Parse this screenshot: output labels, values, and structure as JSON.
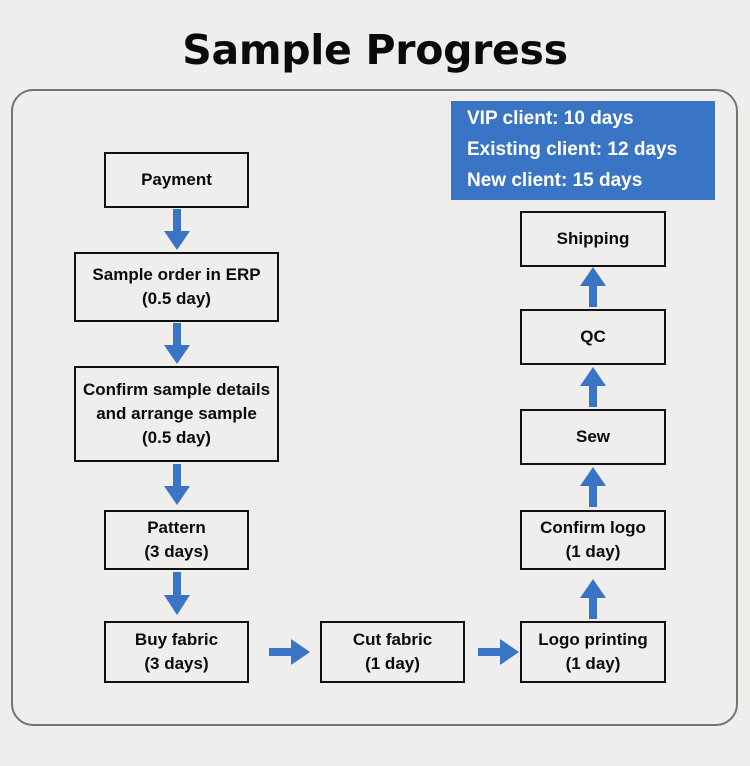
{
  "page": {
    "title": "Sample Progress",
    "background_color": "#efeeec",
    "accent_color": "#3a74c4",
    "border_color": "#111111",
    "panel_border_color": "#76746f"
  },
  "info_box": {
    "name": "lead-time-legend",
    "background_color": "#3a74c4",
    "text_color": "#ffffff",
    "lines": [
      "VIP client: 10 days",
      "Existing client: 12 days",
      "New client: 15 days"
    ]
  },
  "flow": {
    "nodes": [
      {
        "id": "payment",
        "lines": [
          "Payment"
        ]
      },
      {
        "id": "sample-order",
        "lines": [
          "Sample order in ERP",
          "(0.5 day)"
        ]
      },
      {
        "id": "confirm-sample",
        "lines": [
          "Confirm sample details",
          "and arrange sample",
          "(0.5 day)"
        ]
      },
      {
        "id": "pattern",
        "lines": [
          "Pattern",
          "(3 days)"
        ]
      },
      {
        "id": "buy-fabric",
        "lines": [
          "Buy fabric",
          "(3 days)"
        ]
      },
      {
        "id": "cut-fabric",
        "lines": [
          "Cut fabric",
          "(1 day)"
        ]
      },
      {
        "id": "logo-printing",
        "lines": [
          "Logo printing",
          "(1 day)"
        ]
      },
      {
        "id": "confirm-logo",
        "lines": [
          "Confirm logo",
          "(1 day)"
        ]
      },
      {
        "id": "sew",
        "lines": [
          "Sew"
        ]
      },
      {
        "id": "qc",
        "lines": [
          "QC"
        ]
      },
      {
        "id": "shipping",
        "lines": [
          "Shipping"
        ]
      }
    ],
    "connectors": [
      {
        "id": "payment-to-sample-order",
        "direction": "down"
      },
      {
        "id": "sample-order-to-confirm-sample",
        "direction": "down"
      },
      {
        "id": "confirm-sample-to-pattern",
        "direction": "down"
      },
      {
        "id": "pattern-to-buy-fabric",
        "direction": "down"
      },
      {
        "id": "buy-fabric-to-cut-fabric",
        "direction": "right"
      },
      {
        "id": "cut-fabric-to-logo-printing",
        "direction": "right"
      },
      {
        "id": "logo-printing-to-confirm-logo",
        "direction": "up"
      },
      {
        "id": "confirm-logo-to-sew",
        "direction": "up"
      },
      {
        "id": "sew-to-qc",
        "direction": "up"
      },
      {
        "id": "qc-to-shipping",
        "direction": "up"
      }
    ]
  }
}
